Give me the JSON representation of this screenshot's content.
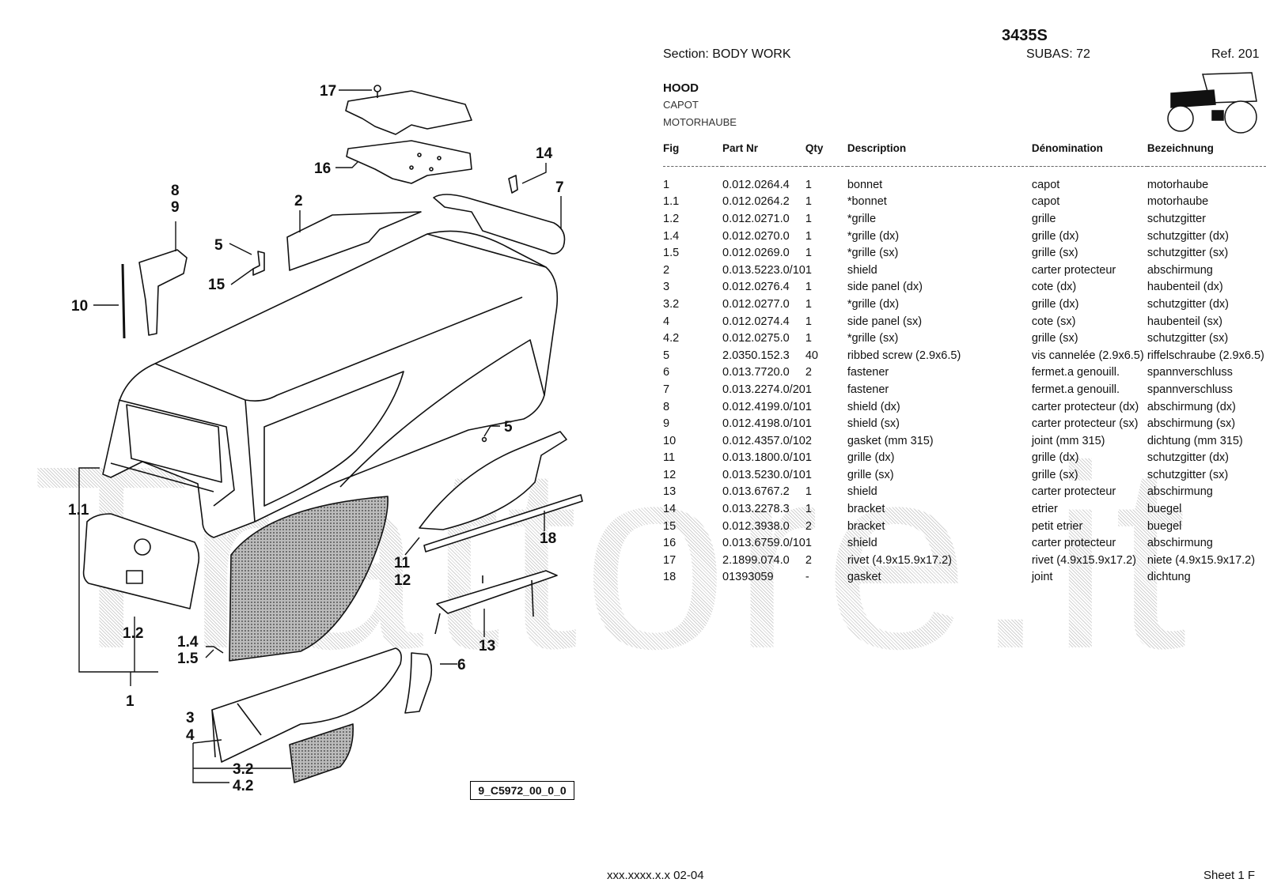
{
  "header": {
    "model": "3435S",
    "section": "Section: BODY  WORK",
    "subas": "SUBAS: 72",
    "ref": "Ref. 201"
  },
  "title": {
    "en": "HOOD",
    "fr": "CAPOT",
    "de": "MOTORHAUBE"
  },
  "table": {
    "columns": [
      "Fig",
      "Part Nr",
      "Qty",
      "Description",
      "Dénomination",
      "Bezeichnung"
    ],
    "rows": [
      [
        "1",
        "0.012.0264.4",
        "1",
        "bonnet",
        "capot",
        "motorhaube"
      ],
      [
        "1.1",
        "0.012.0264.2",
        "1",
        "*bonnet",
        "capot",
        "motorhaube"
      ],
      [
        "1.2",
        "0.012.0271.0",
        "1",
        "*grille",
        "grille",
        "schutzgitter"
      ],
      [
        "1.4",
        "0.012.0270.0",
        "1",
        "*grille (dx)",
        "grille (dx)",
        "schutzgitter (dx)"
      ],
      [
        "1.5",
        "0.012.0269.0",
        "1",
        "*grille (sx)",
        "grille (sx)",
        "schutzgitter (sx)"
      ],
      [
        "2",
        "0.013.5223.0/10",
        "1",
        "shield",
        "carter protecteur",
        "abschirmung"
      ],
      [
        "3",
        "0.012.0276.4",
        "1",
        "side panel (dx)",
        "cote (dx)",
        "haubenteil (dx)"
      ],
      [
        "3.2",
        "0.012.0277.0",
        "1",
        "*grille (dx)",
        "grille (dx)",
        "schutzgitter (dx)"
      ],
      [
        "4",
        "0.012.0274.4",
        "1",
        "side panel (sx)",
        "cote (sx)",
        "haubenteil (sx)"
      ],
      [
        "4.2",
        "0.012.0275.0",
        "1",
        "*grille (sx)",
        "grille (sx)",
        "schutzgitter (sx)"
      ],
      [
        "5",
        "2.0350.152.3",
        "40",
        "ribbed screw (2.9x6.5)",
        "vis cannelée  (2.9x6.5)",
        "riffelschraube (2.9x6.5)"
      ],
      [
        "6",
        "0.013.7720.0",
        "2",
        "fastener",
        "fermet.a genouill.",
        "spannverschluss"
      ],
      [
        "7",
        "0.013.2274.0/20",
        "1",
        "fastener",
        "fermet.a genouill.",
        "spannverschluss"
      ],
      [
        "8",
        "0.012.4199.0/10",
        "1",
        "shield (dx)",
        "carter protecteur (dx)",
        "abschirmung (dx)"
      ],
      [
        "9",
        "0.012.4198.0/10",
        "1",
        "shield (sx)",
        "carter protecteur (sx)",
        "abschirmung (sx)"
      ],
      [
        "10",
        "0.012.4357.0/10",
        "2",
        "gasket (mm 315)",
        "joint (mm 315)",
        "dichtung (mm 315)"
      ],
      [
        "11",
        "0.013.1800.0/10",
        "1",
        "grille (dx)",
        "grille (dx)",
        "schutzgitter (dx)"
      ],
      [
        "12",
        "0.013.5230.0/10",
        "1",
        "grille (sx)",
        "grille (sx)",
        "schutzgitter (sx)"
      ],
      [
        "13",
        "0.013.6767.2",
        "1",
        "shield",
        "carter protecteur",
        "abschirmung"
      ],
      [
        "14",
        "0.013.2278.3",
        "1",
        "bracket",
        "etrier",
        "buegel"
      ],
      [
        "15",
        "0.012.3938.0",
        "2",
        "bracket",
        "petit etrier",
        "buegel"
      ],
      [
        "16",
        "0.013.6759.0/10",
        "1",
        "shield",
        "carter protecteur",
        "abschirmung"
      ],
      [
        "17",
        "2.1899.074.0",
        "2",
        "rivet (4.9x15.9x17.2)",
        "rivet (4.9x15.9x17.2)",
        "niete (4.9x15.9x17.2)"
      ],
      [
        "18",
        "01393059",
        "-",
        "gasket",
        "joint",
        "dichtung"
      ]
    ]
  },
  "diagram": {
    "figure_code": "9_C5972_00_0_0",
    "callouts": {
      "c17": "17",
      "c16": "16",
      "c14": "14",
      "c7": "7",
      "c2": "2",
      "c8": "8",
      "c9": "9",
      "c5a": "5",
      "c15": "15",
      "c10": "10",
      "c5b": "5",
      "c1_1": "1.1",
      "c18": "18",
      "c11": "11",
      "c12": "12",
      "c1_2": "1.2",
      "c1_4": "1.4",
      "c1_5": "1.5",
      "c6": "6",
      "c13": "13",
      "c1": "1",
      "c3": "3",
      "c4": "4",
      "c3_2": "3.2",
      "c4_2": "4.2"
    }
  },
  "watermark": "Trattore.it",
  "footer": {
    "code": "xxx.xxxx.x.x  02-04",
    "sheet": "Sheet 1 F"
  }
}
